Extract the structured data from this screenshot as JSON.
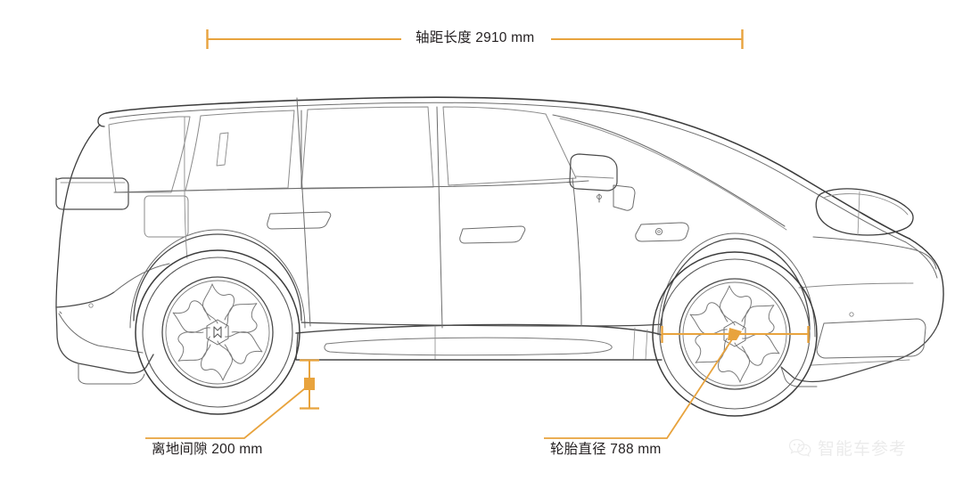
{
  "figure": {
    "type": "technical-side-view-drawing",
    "subject": "electric SUV side elevation with dimension callouts",
    "background_color": "#ffffff",
    "line_color": "#3c3c3c",
    "accent_color": "#E8A33D"
  },
  "dimensions": {
    "wheelbase": {
      "label": "轴距长度 2910 mm",
      "value": 2910,
      "unit": "mm",
      "name": "轴距长度"
    },
    "ground_clearance": {
      "label": "离地间隙 200 mm",
      "value": 200,
      "unit": "mm",
      "name": "离地间隙"
    },
    "tire_diameter": {
      "label": "轮胎直径 788 mm",
      "value": 788,
      "unit": "mm",
      "name": "轮胎直径"
    }
  },
  "watermark": {
    "text": "智能车参考",
    "icon": "wechat-bubbles-icon",
    "color": "#d8d8d8"
  }
}
